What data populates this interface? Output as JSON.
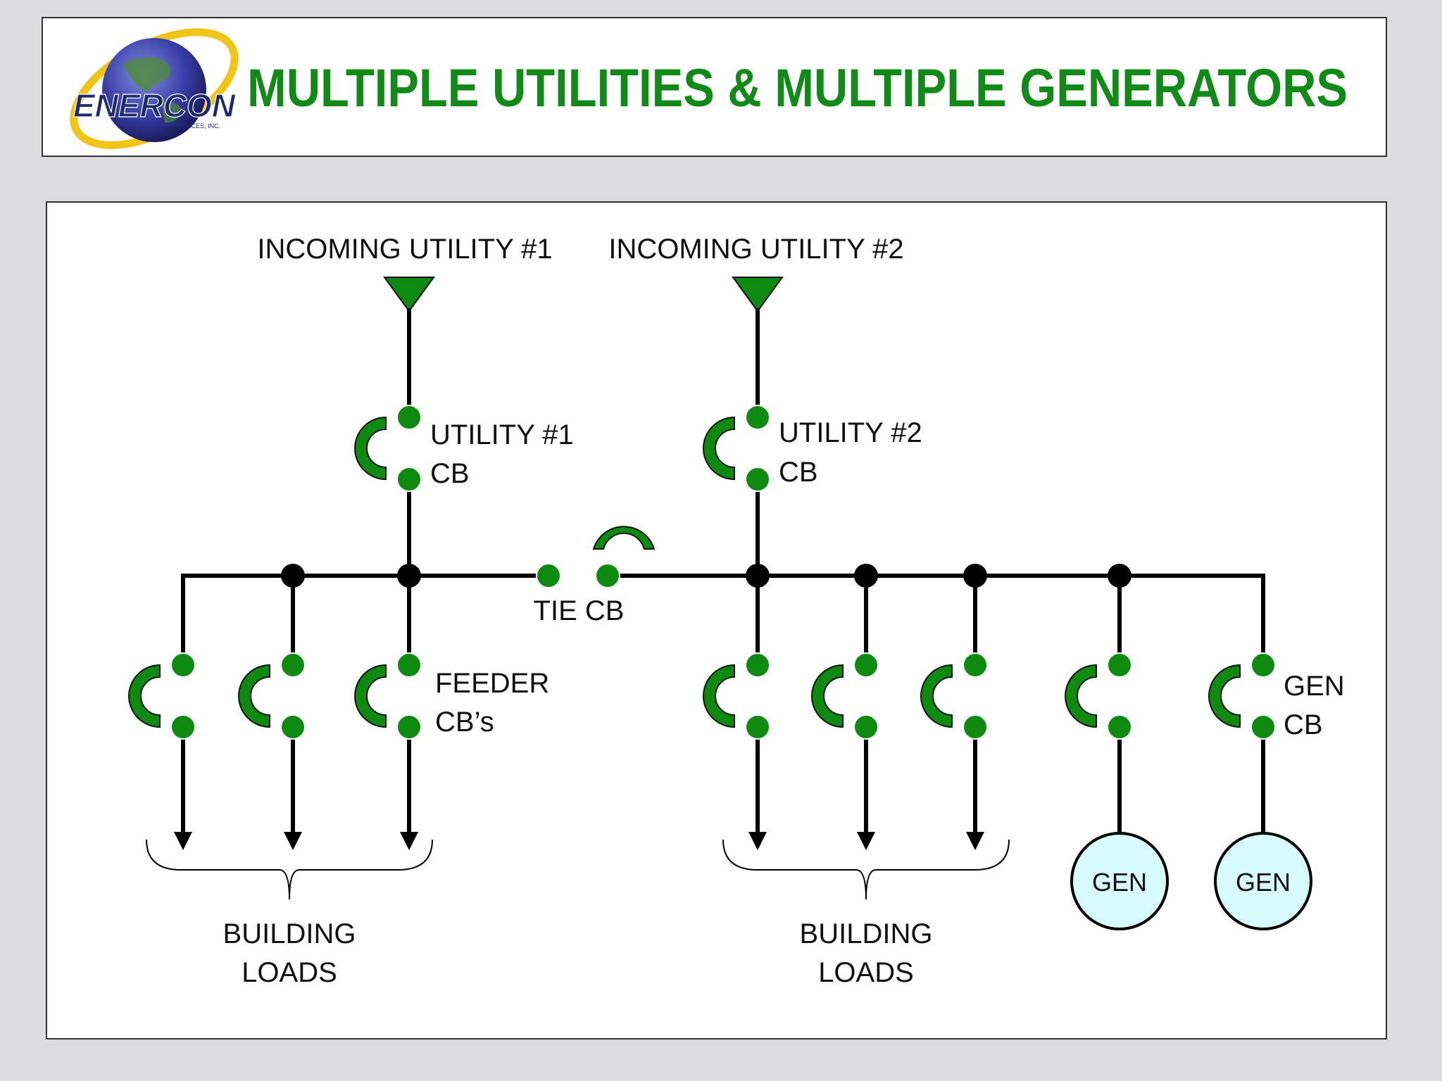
{
  "header": {
    "title": "MULTIPLE UTILITIES & MULTIPLE GENERATORS",
    "logo_text": "ENERCON",
    "logo_subtext": "SERVICES, INC."
  },
  "diagram": {
    "utility_1_label": "INCOMING UTILITY #1",
    "utility_2_label": "INCOMING UTILITY #2",
    "utility_1_cb": [
      "UTILITY #1",
      "CB"
    ],
    "utility_2_cb": [
      "UTILITY #2",
      "CB"
    ],
    "tie_cb_label": "TIE CB",
    "feeder_cb_label": [
      "FEEDER",
      "CB’s"
    ],
    "gen_cb_label": [
      "GEN",
      "CB"
    ],
    "building_loads_left": [
      "BUILDING",
      "LOADS"
    ],
    "building_loads_right": [
      "BUILDING",
      "LOADS"
    ],
    "generator_1_label": "GEN",
    "generator_2_label": "GEN"
  },
  "colors": {
    "title_green": "#128a17",
    "breaker_green": "#0e8a10",
    "generator_fill": "#d7fafc",
    "line": "#000000"
  }
}
